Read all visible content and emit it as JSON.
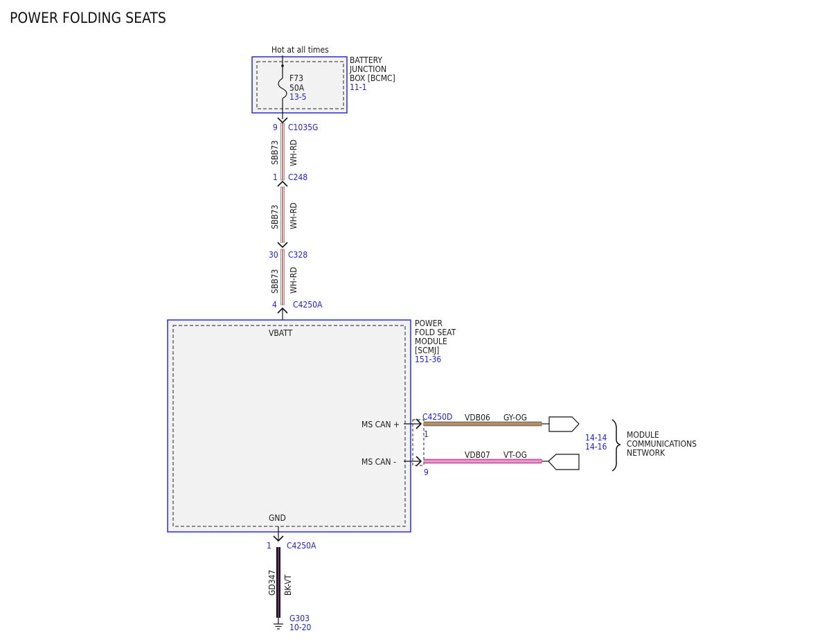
{
  "title": "POWER FOLDING SEATS",
  "colors": {
    "module_border": "#2b2bd6",
    "module_fill": "#f2f2f2",
    "ref_text": "#1e1ee6",
    "wire_white": "#ffffff",
    "wire_red": "#e04040",
    "wire_gray": "#8a8a8a",
    "wire_orange": "#e08a2a",
    "wire_violet": "#e070b8",
    "wire_black": "#111111"
  },
  "power": {
    "source": "Hot at all times",
    "fuse_name": "F73",
    "fuse_rating": "50A",
    "fuse_ref": "13-5"
  },
  "bjb": {
    "line1": "BATTERY",
    "line2": "JUNCTION",
    "line3": "BOX [BCMC]",
    "ref": "11-1"
  },
  "connectors": {
    "c1035g": {
      "pin": "9",
      "name": "C1035G"
    },
    "c248": {
      "pin": "1",
      "name": "C248"
    },
    "c328": {
      "pin": "30",
      "name": "C328"
    },
    "c4250a_top": {
      "pin": "4",
      "name": "C4250A"
    },
    "c4250a_bottom": {
      "pin": "1",
      "name": "C4250A"
    },
    "c4250d": {
      "name": "C4250D",
      "pin_plus": "1",
      "pin_minus": "9"
    }
  },
  "wires": {
    "seg1": {
      "circuit": "SBB73",
      "color": "WH-RD"
    },
    "seg2": {
      "circuit": "SBB73",
      "color": "WH-RD"
    },
    "seg3": {
      "circuit": "SBB73",
      "color": "WH-RD"
    },
    "ground": {
      "circuit": "GD347",
      "color": "BK-VT"
    },
    "can_plus": {
      "circuit": "VDB06",
      "color": "GY-OG"
    },
    "can_minus": {
      "circuit": "VDB07",
      "color": "VT-OG"
    }
  },
  "module": {
    "line1": "POWER",
    "line2": "FOLD SEAT",
    "line3": "MODULE",
    "line4": "[SCMJ]",
    "ref": "151-36",
    "vbatt": "VBATT",
    "gnd": "GND",
    "ms_can_plus": "MS CAN +",
    "ms_can_minus": "MS CAN -"
  },
  "ground_point": {
    "name": "G303",
    "ref": "10-20"
  },
  "network": {
    "ref1": "14-14",
    "ref2": "14-16",
    "line1": "MODULE",
    "line2": "COMMUNICATIONS",
    "line3": "NETWORK"
  }
}
